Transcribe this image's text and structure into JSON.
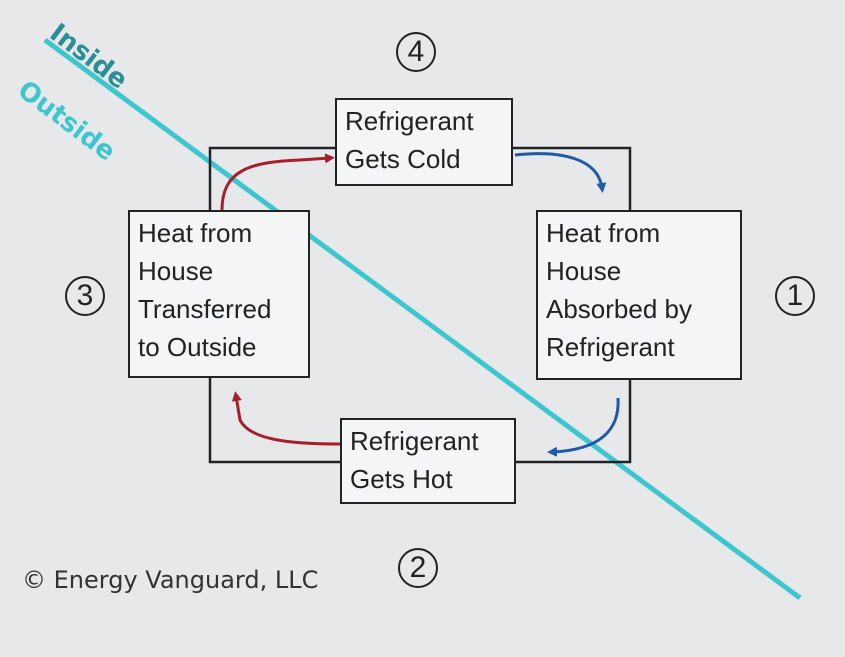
{
  "diagram": {
    "region_inside": "Inside",
    "region_outside": "Outside",
    "steps": [
      {
        "number": "1",
        "text": "Heat from\nHouse\nAbsorbed by\nRefrigerant"
      },
      {
        "number": "2",
        "text": "Refrigerant\nGets Hot"
      },
      {
        "number": "3",
        "text": "Heat from\nHouse\nTransferred\nto Outside"
      },
      {
        "number": "4",
        "text": "Refrigerant\nGets Cold"
      }
    ],
    "copyright": "© Energy Vanguard, LLC"
  },
  "colors": {
    "divider": "#3ec6cf",
    "inside_label": "#2a8e96",
    "outside_label": "#3ec6cf",
    "arrow_blue": "#1e5aa8",
    "arrow_red": "#a81e2a",
    "loop": "#222222"
  }
}
